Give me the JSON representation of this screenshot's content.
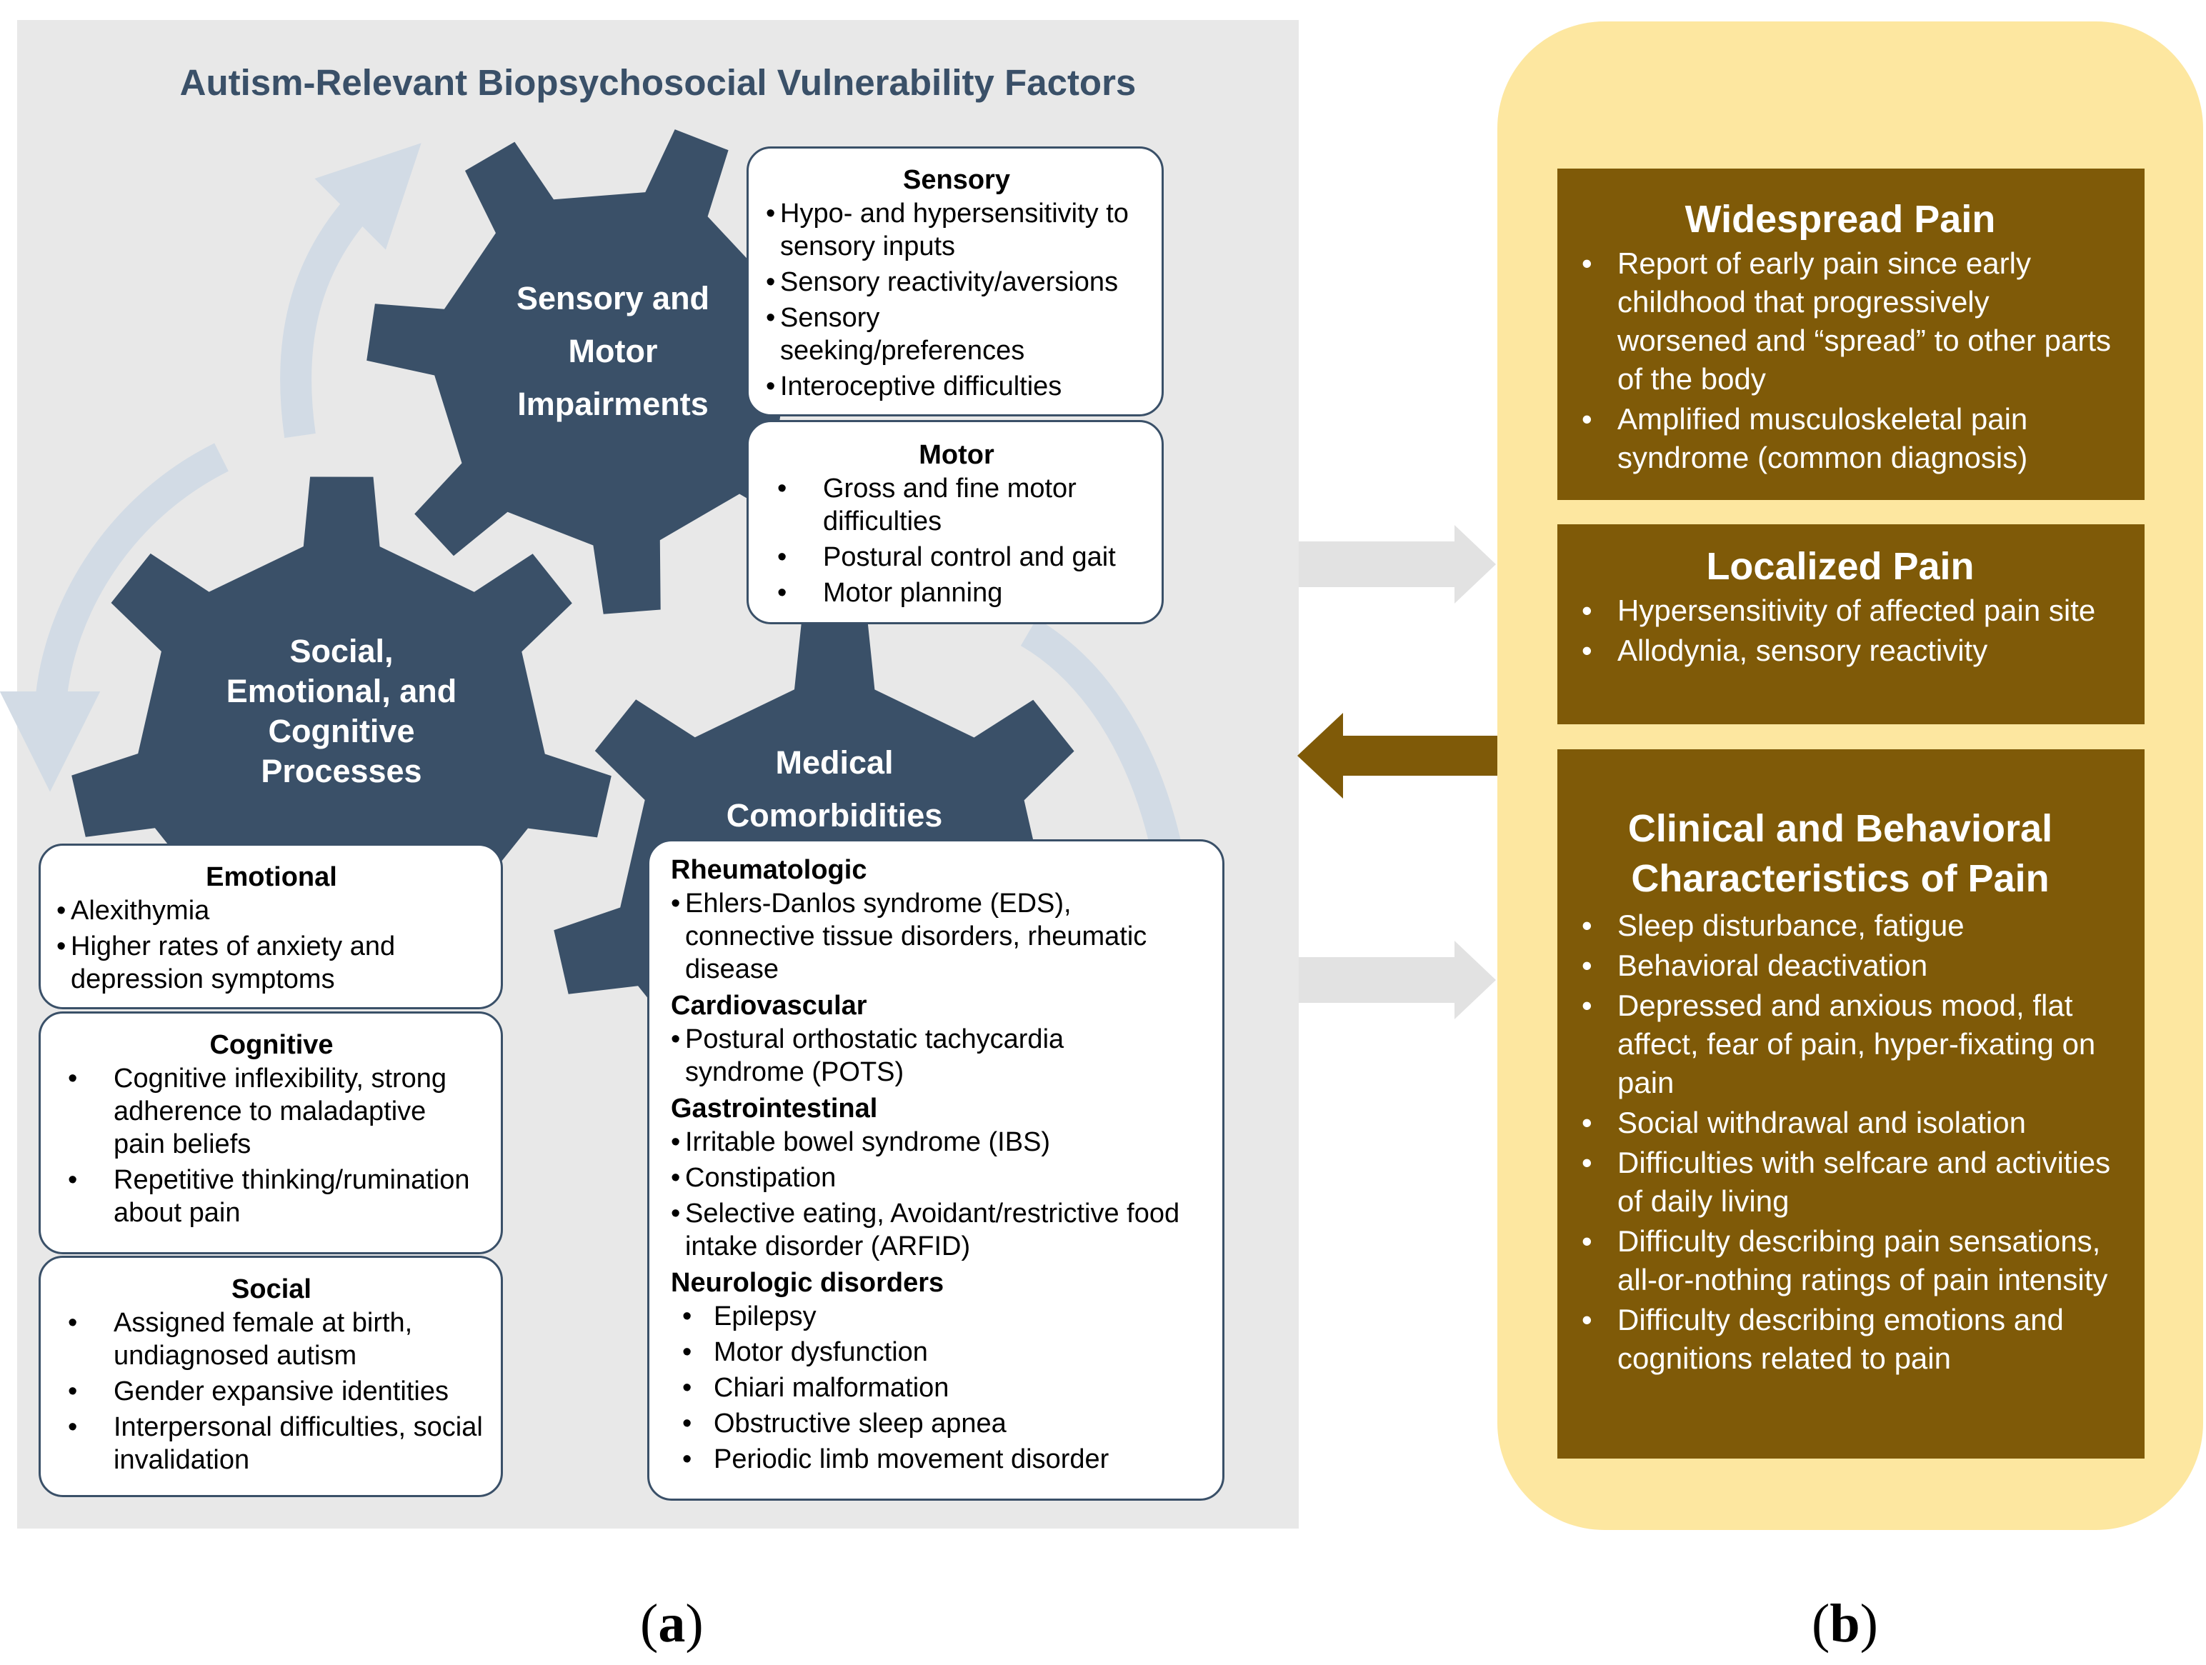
{
  "panel_a": {
    "title": "Autism-Relevant Biopsychosocial Vulnerability Factors",
    "gears": {
      "sensory_motor": [
        "Sensory and",
        "Motor",
        "Impairments"
      ],
      "social_emotional": [
        "Social,",
        "Emotional, and",
        "Cognitive",
        "Processes"
      ],
      "medical": [
        "Medical",
        "Comorbidities"
      ]
    },
    "sensory": {
      "heading": "Sensory",
      "items": [
        "Hypo- and hypersensitivity to sensory inputs",
        "Sensory reactivity/aversions",
        "Sensory seeking/preferences",
        "Interoceptive difficulties"
      ]
    },
    "motor": {
      "heading": "Motor",
      "items": [
        "Gross and fine motor difficulties",
        "Postural control and gait",
        "Motor planning"
      ]
    },
    "emotional": {
      "heading": "Emotional",
      "items": [
        "Alexithymia",
        "Higher rates of anxiety and depression symptoms"
      ]
    },
    "cognitive": {
      "heading": "Cognitive",
      "items": [
        "Cognitive inflexibility, strong adherence to maladaptive pain beliefs",
        "Repetitive thinking/rumination about pain"
      ]
    },
    "social": {
      "heading": "Social",
      "items": [
        "Assigned female at birth, undiagnosed autism",
        "Gender expansive identities",
        "Interpersonal difficulties, social invalidation"
      ]
    },
    "medical": {
      "rheumatologic": {
        "heading": "Rheumatologic",
        "items": [
          "Ehlers-Danlos syndrome (EDS), connective tissue disorders, rheumatic disease"
        ]
      },
      "cardiovascular": {
        "heading": "Cardiovascular",
        "items": [
          "Postural orthostatic tachycardia syndrome (POTS)"
        ]
      },
      "gastrointestinal": {
        "heading": "Gastrointestinal",
        "items": [
          "Irritable bowel syndrome (IBS)",
          "Constipation",
          "Selective eating, Avoidant/restrictive food intake disorder (ARFID)"
        ]
      },
      "neurologic": {
        "heading": "Neurologic disorders",
        "items": [
          "Epilepsy",
          "Motor dysfunction",
          "Chiari malformation",
          "Obstructive sleep apnea",
          "Periodic limb movement disorder"
        ]
      }
    }
  },
  "panel_b": {
    "widespread": {
      "heading": "Widespread Pain",
      "items": [
        "Report of early pain since early childhood that progressively worsened and “spread” to other parts of the body",
        "Amplified musculoskeletal pain syndrome (common diagnosis)"
      ]
    },
    "localized": {
      "heading": "Localized Pain",
      "items": [
        "Hypersensitivity of affected pain site",
        "Allodynia, sensory reactivity"
      ]
    },
    "clinical": {
      "heading_lines": [
        "Clinical and Behavioral",
        "Characteristics of Pain"
      ],
      "items": [
        "Sleep disturbance, fatigue",
        "Behavioral deactivation",
        "Depressed and anxious mood, flat affect, fear of pain, hyper-fixating on pain",
        "Social withdrawal and isolation",
        "Difficulties with selfcare and activities of daily living",
        "Difficulty describing pain sensations, all-or-nothing ratings of pain intensity",
        "Difficulty describing emotions and cognitions related to pain"
      ]
    }
  },
  "captions": {
    "a": [
      "(",
      "a",
      ")"
    ],
    "b": [
      "(",
      "b",
      ")"
    ]
  },
  "colors": {
    "gear": "#3a5068",
    "panel_a_bg": "#e8e8e8",
    "panel_b_bg": "#fde7a0",
    "brown": "#7f5a08",
    "light_arrow": "#e2e2e2",
    "cycle_arrow": "#d2dbe5"
  }
}
